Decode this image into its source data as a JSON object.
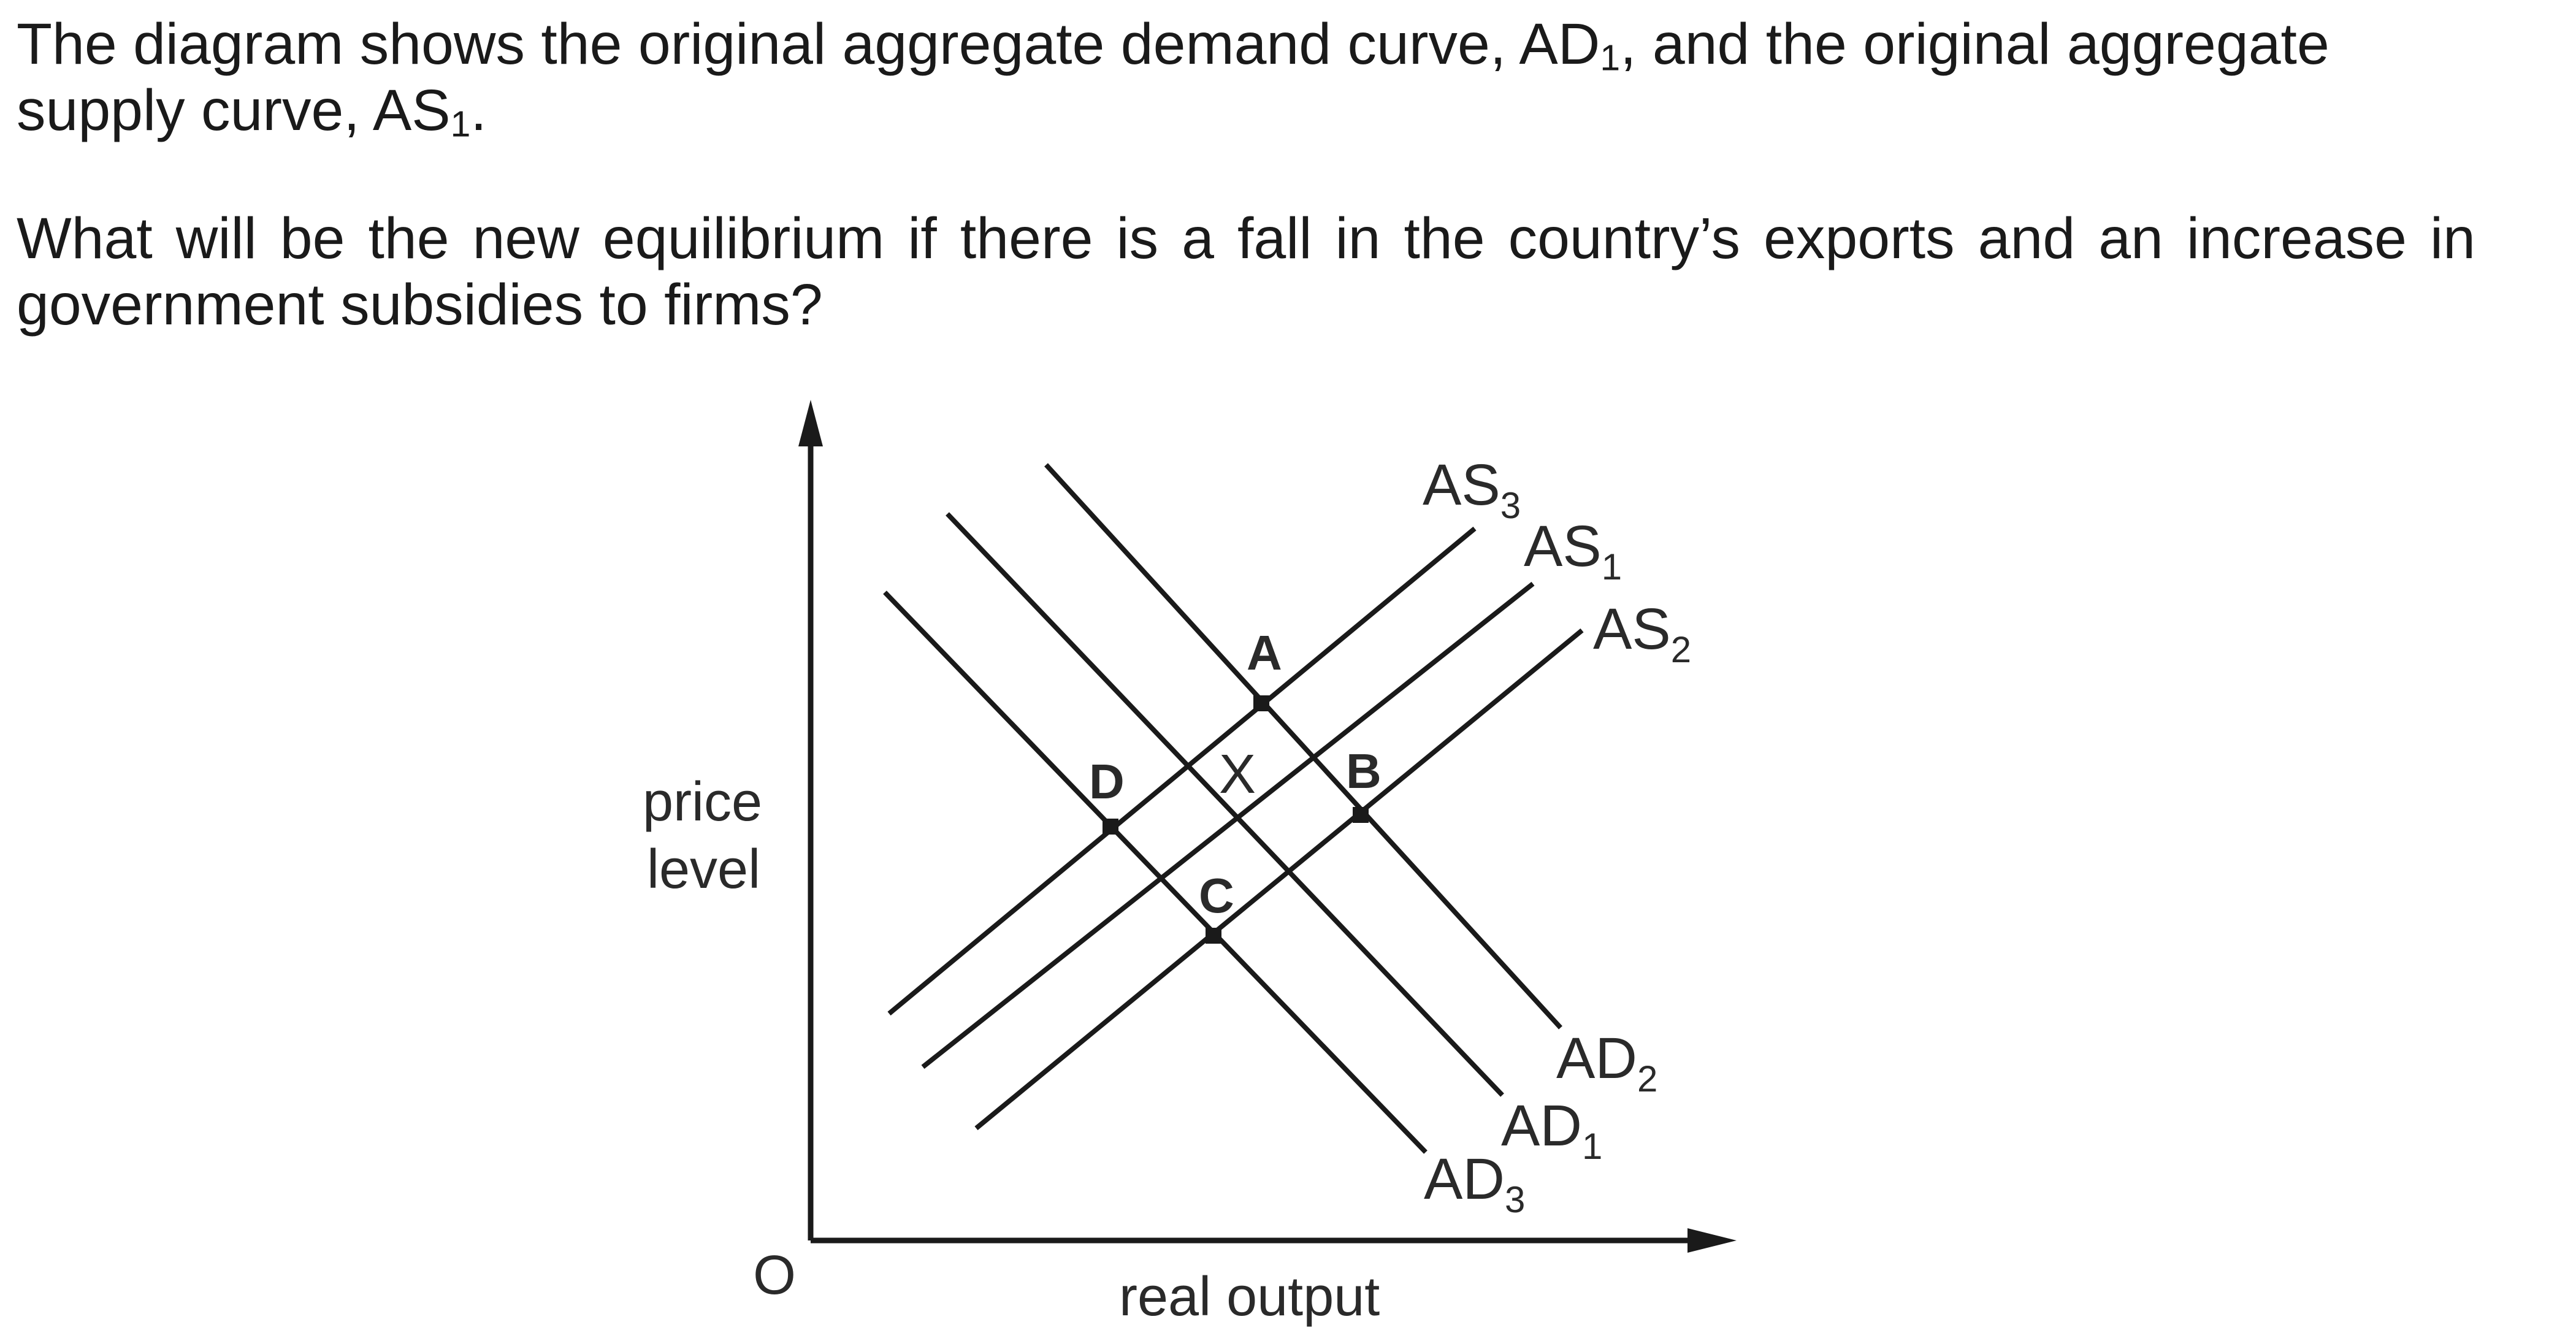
{
  "question": {
    "intro_before_ad": "The diagram shows the original aggregate demand curve, AD",
    "intro_ad_sub": "1",
    "intro_middle": ", and the original aggregate supply curve, AS",
    "intro_as_sub": "1",
    "intro_end": ".",
    "ask": "What will be the new equilibrium if there is a fall in the country’s exports and an increase in government subsidies to firms?"
  },
  "diagram": {
    "y_axis_label_line1": "price",
    "y_axis_label_line2": "level",
    "x_axis_label": "real output",
    "origin_label": "O",
    "curve_labels": {
      "as3": {
        "base": "AS",
        "sub": "3"
      },
      "as1": {
        "base": "AS",
        "sub": "1"
      },
      "as2": {
        "base": "AS",
        "sub": "2"
      },
      "ad2": {
        "base": "AD",
        "sub": "2"
      },
      "ad1": {
        "base": "AD",
        "sub": "1"
      },
      "ad3": {
        "base": "AD",
        "sub": "3"
      }
    },
    "points": {
      "a": "A",
      "b": "B",
      "c": "C",
      "d": "D",
      "x": "X"
    }
  }
}
